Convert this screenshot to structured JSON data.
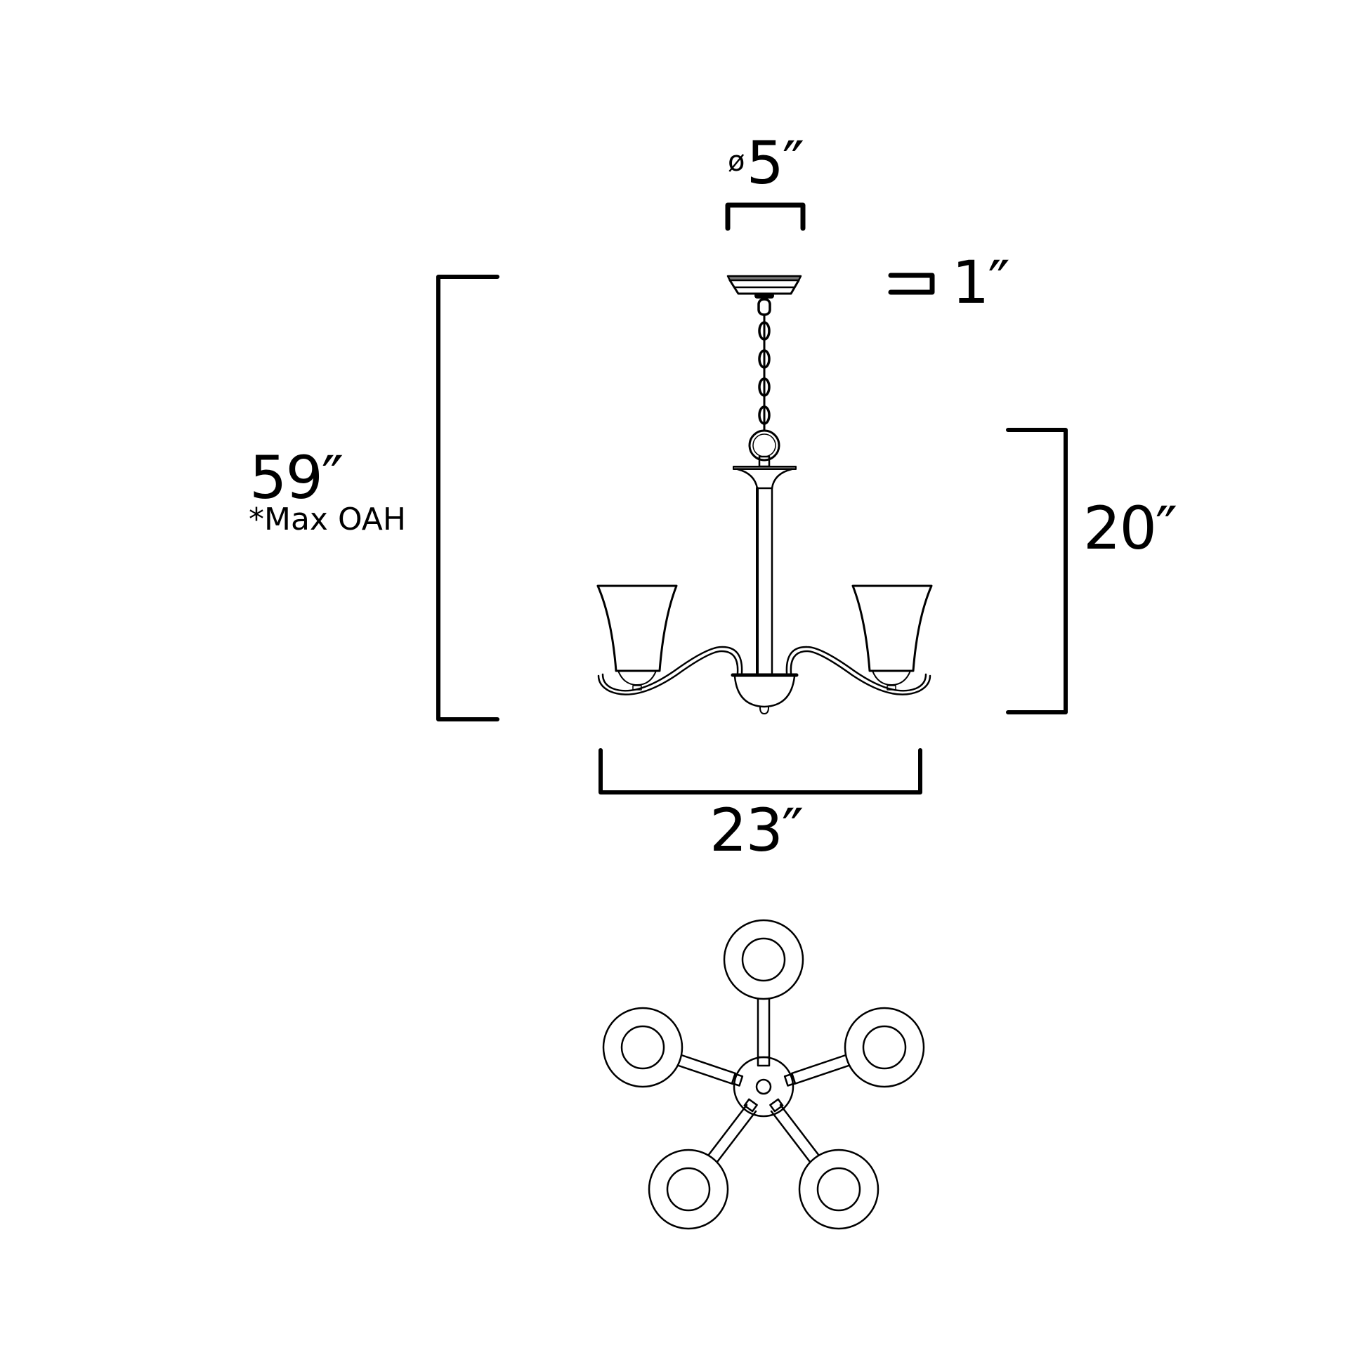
{
  "diagram": {
    "type": "dimension-drawing",
    "subject": "5-light chandelier (side elevation and bottom plan view)",
    "colors": {
      "line": "#000000",
      "background": "#ffffff",
      "shade_fill": "#ffffff"
    }
  },
  "dimensions": {
    "canopy_diameter": {
      "symbol": "ø",
      "value": "5″"
    },
    "canopy_height": {
      "value": "1″"
    },
    "overall_height": {
      "value": "59″",
      "note": "*Max OAH"
    },
    "fixture_height": {
      "value": "20″"
    },
    "fixture_width": {
      "value": "23″"
    }
  },
  "views": {
    "elevation": {
      "parts": [
        "canopy",
        "chain",
        "loop",
        "cup",
        "stem",
        "body-bowl",
        "arms",
        "bell-shades",
        "finial"
      ]
    },
    "plan": {
      "lights": 5,
      "parts": [
        "hub",
        "arms",
        "shade-rings"
      ]
    }
  }
}
